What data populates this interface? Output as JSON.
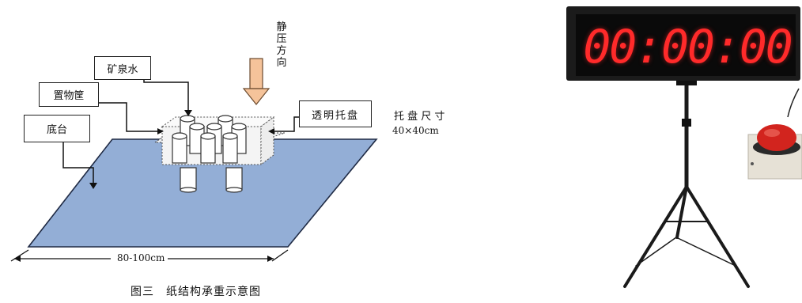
{
  "diagram": {
    "labels": {
      "mineral_water": "矿泉水",
      "basket": "置物筐",
      "base": "底台",
      "tray": "透明托盘",
      "tray_size_title": "托 盘 尺 寸",
      "tray_size_value": "40×40cm",
      "pressure_direction": "静压方向",
      "width_dimension": "80-100cm"
    },
    "caption": "图三　纸结构承重示意图"
  },
  "timer": {
    "display": "00:00:00",
    "digit_color": "#ff2a2a"
  },
  "colors": {
    "platform": "#93aed6",
    "arrow": "#f5c39a"
  }
}
